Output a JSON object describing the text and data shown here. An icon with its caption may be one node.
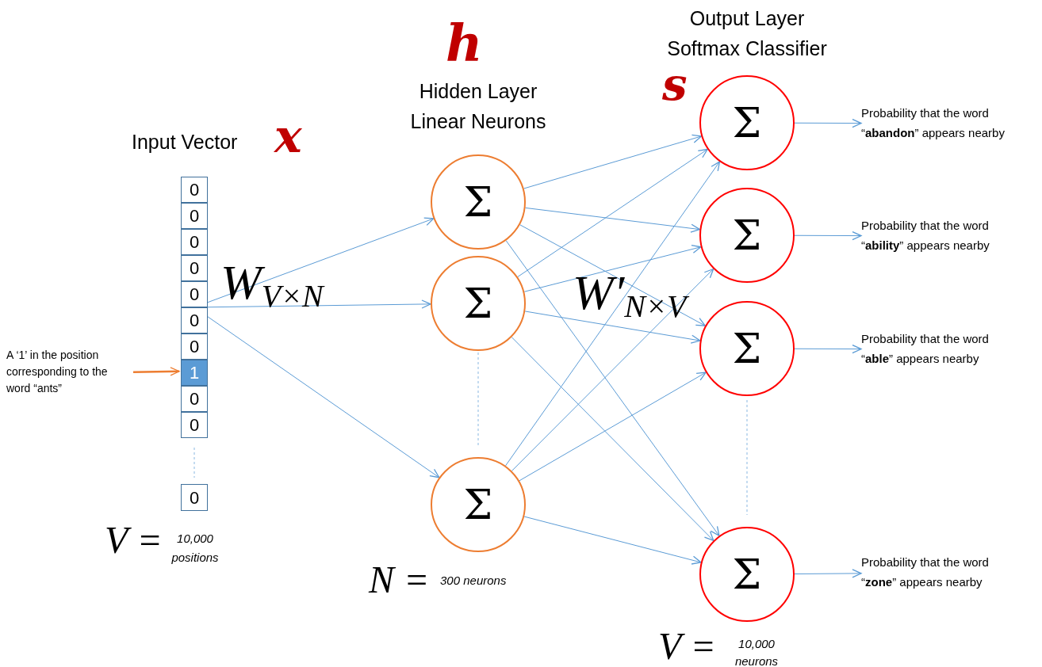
{
  "diagram": {
    "nodes": [
      {
        "text": [
          "Input Vector",
          "x"
        ]
      },
      {
        "text": [
          "0"
        ],
        "in": 0
      },
      {
        "text": [
          "0"
        ],
        "in": 0
      },
      {
        "text": [
          "0"
        ],
        "in": 0
      },
      {
        "text": [
          "0"
        ],
        "in": 0
      },
      {
        "text": [
          "0"
        ],
        "in": 0
      },
      {
        "text": [
          "0"
        ],
        "in": 0
      },
      {
        "text": [
          "0"
        ],
        "in": 0
      },
      {
        "text": [
          "1"
        ],
        "in": 0
      },
      {
        "text": [
          "0"
        ],
        "in": 0
      },
      {
        "text": [
          "0"
        ],
        "in": 0
      },
      {
        "text": [
          "0"
        ]
      },
      {
        "text": [
          "A ‘1’ in the position corresponding to the word “ants”"
        ]
      },
      {
        "text": [
          "Σ"
        ]
      },
      {
        "text": [
          "Σ"
        ]
      },
      {
        "text": [
          "Σ"
        ]
      },
      {
        "text": [
          "Σ"
        ]
      },
      {
        "text": [
          "Σ"
        ]
      },
      {
        "text": [
          "Σ"
        ]
      },
      {
        "text": [
          "Σ"
        ]
      },
      {
        "text": [
          "Probability that the word “**abandon**” appears nearby"
        ]
      },
      {
        "text": [
          "Probability that the word “**ability**” appears nearby"
        ]
      },
      {
        "text": [
          "Probability that the word “**able**” appears nearby"
        ]
      },
      {
        "text": [
          "Probability that the word “**zone**” appears nearby"
        ]
      }
    ],
    "edges": [
      {
        "from": 12,
        "to": 8,
        "arrow": "to",
        "color": "#ed7d31"
      },
      {
        "from": 0,
        "to": 13,
        "arrow": "to"
      },
      {
        "from": 0,
        "to": 14,
        "arrow": "to"
      },
      {
        "from": 0,
        "to": 15,
        "arrow": "to"
      },
      {
        "from": 13,
        "to": 16,
        "arrow": "to"
      },
      {
        "from": 13,
        "to": 17,
        "arrow": "to"
      },
      {
        "from": 13,
        "to": 18,
        "arrow": "to"
      },
      {
        "from": 13,
        "to": 19,
        "arrow": "to"
      },
      {
        "from": 14,
        "to": 16,
        "arrow": "to"
      },
      {
        "from": 14,
        "to": 17,
        "arrow": "to"
      },
      {
        "from": 14,
        "to": 18,
        "arrow": "to"
      },
      {
        "from": 14,
        "to": 19,
        "arrow": "to"
      },
      {
        "from": 15,
        "to": 16,
        "arrow": "to"
      },
      {
        "from": 15,
        "to": 17,
        "arrow": "to"
      },
      {
        "from": 15,
        "to": 18,
        "arrow": "to"
      },
      {
        "from": 15,
        "to": 19,
        "arrow": "to"
      },
      {
        "from": 16,
        "to": 20,
        "arrow": "to"
      },
      {
        "from": 17,
        "to": 21,
        "arrow": "to"
      },
      {
        "from": 18,
        "to": 22,
        "arrow": "to"
      },
      {
        "from": 19,
        "to": 23,
        "arrow": "to"
      }
    ],
    "labels": [
      "h",
      "Hidden Layer Linear Neurons",
      "Output Layer Softmax Classifier",
      "s",
      "W$_{V×N}$",
      "W′$_{N×V}$",
      "V =",
      "10,000 positions",
      "N =",
      "300 neurons",
      "V =",
      "10,000 neurons"
    ]
  }
}
